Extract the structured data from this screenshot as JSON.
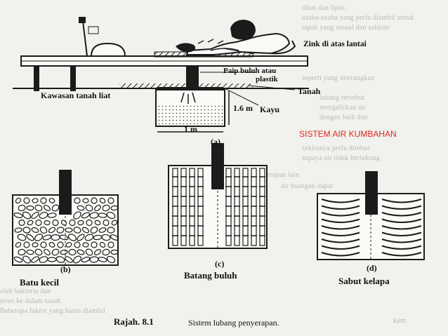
{
  "overlay": {
    "title": "SISTEM AIR KUMBAHAN",
    "color": "#e0271c"
  },
  "labels": {
    "zink": "Zink di atas lantai",
    "paip_line1": "Paip buluh atau",
    "paip_line2": "plastik",
    "kawasan": "Kawasan tanah liat",
    "tanah": "Tanah",
    "depth": "1.6 m",
    "kayu": "Kayu",
    "width": "1 m",
    "fig_a": "(a)",
    "fig_b": "(b)",
    "fig_c": "(c)",
    "fig_d": "(d)",
    "batu": "Batu kecil",
    "batang": "Batang buluh",
    "sabut": "Sabut kelapa",
    "caption_num": "Rajah. 8.1",
    "caption_text": "Sistem lubang penyerapan."
  }
}
